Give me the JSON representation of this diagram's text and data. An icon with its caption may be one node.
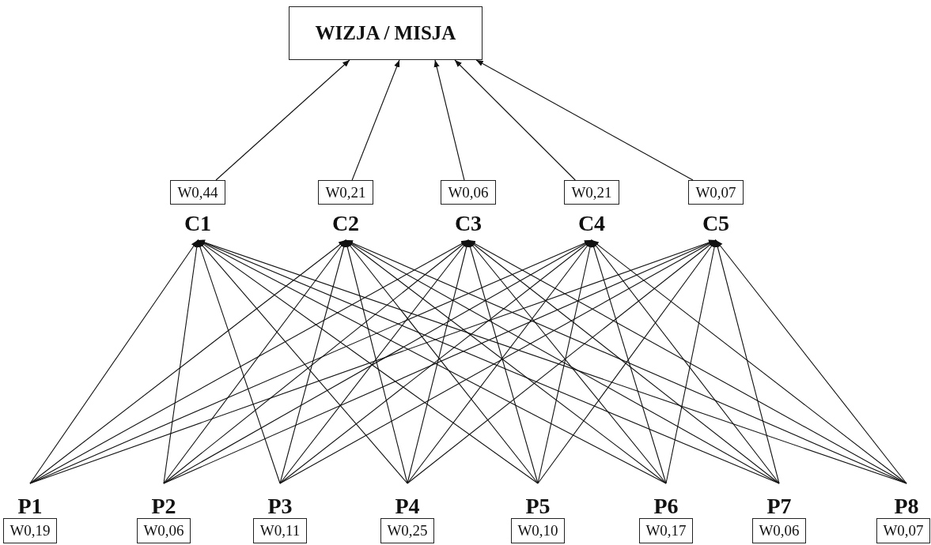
{
  "diagram": {
    "nodes": [
      {
        "text": [
          "WIZJA / MISJA"
        ]
      },
      {
        "text": [
          "W0,44"
        ]
      },
      {
        "text": [
          "W0,21"
        ]
      },
      {
        "text": [
          "W0,06"
        ]
      },
      {
        "text": [
          "W0,21"
        ]
      },
      {
        "text": [
          "W0,07"
        ]
      },
      {
        "text": [
          "C1"
        ]
      },
      {
        "text": [
          "C2"
        ]
      },
      {
        "text": [
          "C3"
        ]
      },
      {
        "text": [
          "C4"
        ]
      },
      {
        "text": [
          "C5"
        ]
      },
      {
        "text": [
          "P1"
        ]
      },
      {
        "text": [
          "P2"
        ]
      },
      {
        "text": [
          "P3"
        ]
      },
      {
        "text": [
          "P4"
        ]
      },
      {
        "text": [
          "P5"
        ]
      },
      {
        "text": [
          "P6"
        ]
      },
      {
        "text": [
          "P7"
        ]
      },
      {
        "text": [
          "P8"
        ]
      },
      {
        "text": [
          "W0,19"
        ]
      },
      {
        "text": [
          "W0,06"
        ]
      },
      {
        "text": [
          "W0,11"
        ]
      },
      {
        "text": [
          "W0,25"
        ]
      },
      {
        "text": [
          "W0,10"
        ]
      },
      {
        "text": [
          "W0,17"
        ]
      },
      {
        "text": [
          "W0,06"
        ]
      },
      {
        "text": [
          "W0,07"
        ]
      }
    ],
    "edges": [
      {
        "from": 1,
        "to": 0,
        "arrow": "to"
      },
      {
        "from": 2,
        "to": 0,
        "arrow": "to"
      },
      {
        "from": 3,
        "to": 0,
        "arrow": "to"
      },
      {
        "from": 4,
        "to": 0,
        "arrow": "to"
      },
      {
        "from": 5,
        "to": 0,
        "arrow": "to"
      },
      {
        "from": 11,
        "to": 6,
        "arrow": "to"
      },
      {
        "from": 11,
        "to": 7,
        "arrow": "to"
      },
      {
        "from": 11,
        "to": 8,
        "arrow": "to"
      },
      {
        "from": 11,
        "to": 9,
        "arrow": "to"
      },
      {
        "from": 11,
        "to": 10,
        "arrow": "to"
      },
      {
        "from": 12,
        "to": 6,
        "arrow": "to"
      },
      {
        "from": 12,
        "to": 7,
        "arrow": "to"
      },
      {
        "from": 12,
        "to": 8,
        "arrow": "to"
      },
      {
        "from": 12,
        "to": 9,
        "arrow": "to"
      },
      {
        "from": 12,
        "to": 10,
        "arrow": "to"
      },
      {
        "from": 13,
        "to": 6,
        "arrow": "to"
      },
      {
        "from": 13,
        "to": 7,
        "arrow": "to"
      },
      {
        "from": 13,
        "to": 8,
        "arrow": "to"
      },
      {
        "from": 13,
        "to": 9,
        "arrow": "to"
      },
      {
        "from": 13,
        "to": 10,
        "arrow": "to"
      },
      {
        "from": 14,
        "to": 6,
        "arrow": "to"
      },
      {
        "from": 14,
        "to": 7,
        "arrow": "to"
      },
      {
        "from": 14,
        "to": 8,
        "arrow": "to"
      },
      {
        "from": 14,
        "to": 9,
        "arrow": "to"
      },
      {
        "from": 14,
        "to": 10,
        "arrow": "to"
      },
      {
        "from": 15,
        "to": 6,
        "arrow": "to"
      },
      {
        "from": 15,
        "to": 7,
        "arrow": "to"
      },
      {
        "from": 15,
        "to": 8,
        "arrow": "to"
      },
      {
        "from": 15,
        "to": 9,
        "arrow": "to"
      },
      {
        "from": 15,
        "to": 10,
        "arrow": "to"
      },
      {
        "from": 16,
        "to": 6,
        "arrow": "to"
      },
      {
        "from": 16,
        "to": 7,
        "arrow": "to"
      },
      {
        "from": 16,
        "to": 8,
        "arrow": "to"
      },
      {
        "from": 16,
        "to": 9,
        "arrow": "to"
      },
      {
        "from": 16,
        "to": 10,
        "arrow": "to"
      },
      {
        "from": 17,
        "to": 6,
        "arrow": "to"
      },
      {
        "from": 17,
        "to": 7,
        "arrow": "to"
      },
      {
        "from": 17,
        "to": 8,
        "arrow": "to"
      },
      {
        "from": 17,
        "to": 9,
        "arrow": "to"
      },
      {
        "from": 17,
        "to": 10,
        "arrow": "to"
      },
      {
        "from": 18,
        "to": 6,
        "arrow": "to"
      },
      {
        "from": 18,
        "to": 7,
        "arrow": "to"
      },
      {
        "from": 18,
        "to": 8,
        "arrow": "to"
      },
      {
        "from": 18,
        "to": 9,
        "arrow": "to"
      },
      {
        "from": 18,
        "to": 10,
        "arrow": "to"
      }
    ]
  }
}
